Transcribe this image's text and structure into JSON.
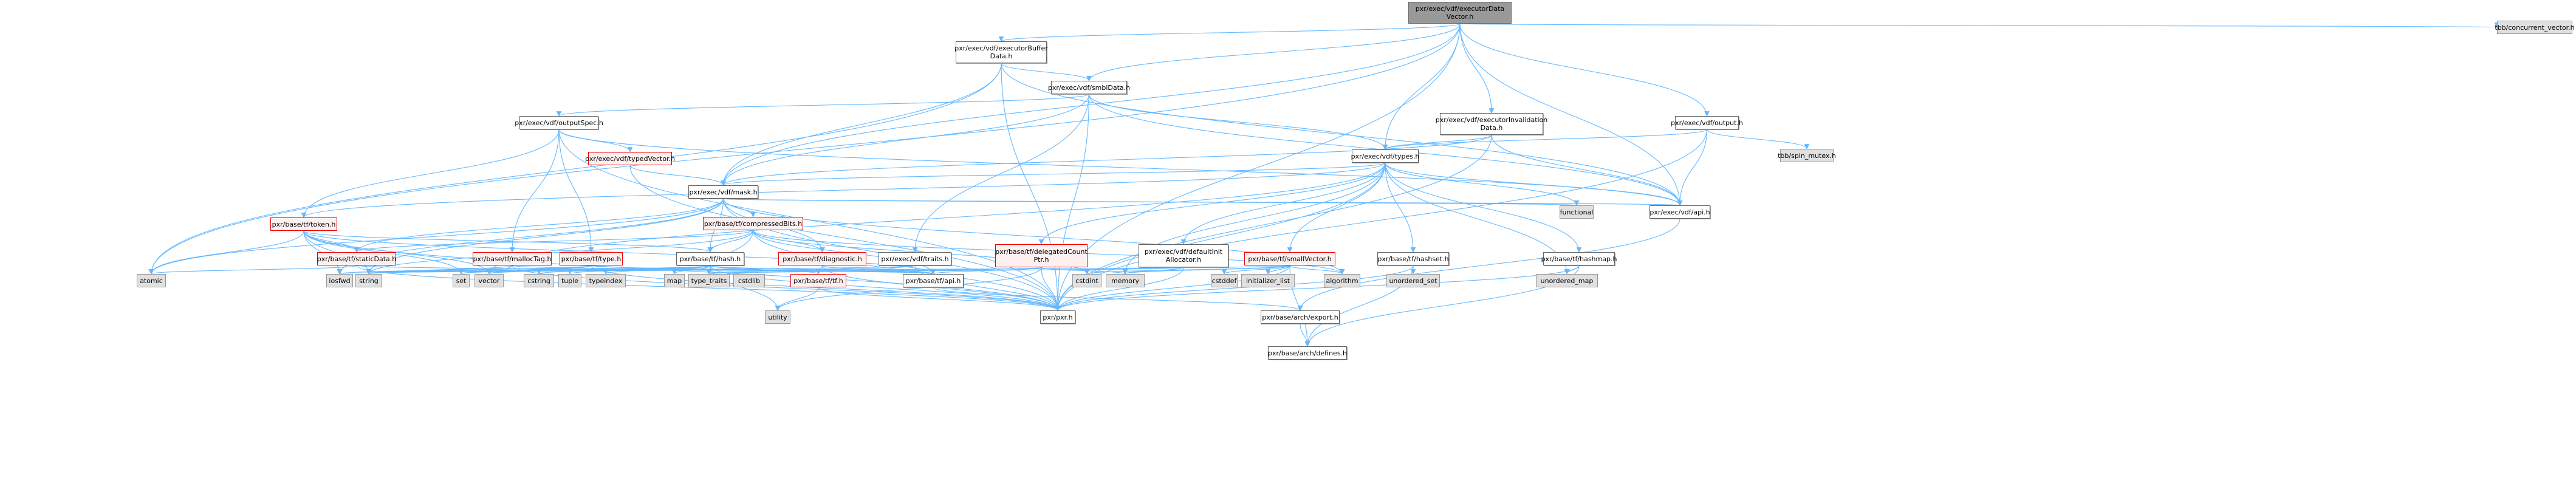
{
  "colors": {
    "edge": "#63b8ff",
    "root_fill": "#999999",
    "sys_fill": "#e0e0e0",
    "red_border": "#ff0000",
    "red_fill": "#fff0f0"
  },
  "nodes": [
    {
      "id": "root",
      "label": "pxr/exec/vdf/executorData\nVector.h",
      "kind": "root"
    },
    {
      "id": "bufdata",
      "label": "pxr/exec/vdf/executorBuffer\nData.h",
      "kind": "plain"
    },
    {
      "id": "smbl",
      "label": "pxr/exec/vdf/smblData.h",
      "kind": "plain"
    },
    {
      "id": "tbbcv",
      "label": "tbb/concurrent_vector.h",
      "kind": "sys"
    },
    {
      "id": "outspec",
      "label": "pxr/exec/vdf/outputSpec.h",
      "kind": "plain"
    },
    {
      "id": "invdata",
      "label": "pxr/exec/vdf/executorInvalidation\nData.h",
      "kind": "plain"
    },
    {
      "id": "output",
      "label": "pxr/exec/vdf/output.h",
      "kind": "plain"
    },
    {
      "id": "typedvec",
      "label": "pxr/exec/vdf/typedVector.h",
      "kind": "red"
    },
    {
      "id": "types",
      "label": "pxr/exec/vdf/types.h",
      "kind": "plain"
    },
    {
      "id": "spinmutex",
      "label": "tbb/spin_mutex.h",
      "kind": "sys"
    },
    {
      "id": "mask",
      "label": "pxr/exec/vdf/mask.h",
      "kind": "plain"
    },
    {
      "id": "token",
      "label": "pxr/base/tf/token.h",
      "kind": "red"
    },
    {
      "id": "cbits",
      "label": "pxr/base/tf/compressedBits.h",
      "kind": "red"
    },
    {
      "id": "functional",
      "label": "functional",
      "kind": "sys"
    },
    {
      "id": "vdfapi",
      "label": "pxr/exec/vdf/api.h",
      "kind": "plain"
    },
    {
      "id": "staticdata",
      "label": "pxr/base/tf/staticData.h",
      "kind": "red"
    },
    {
      "id": "malloctag",
      "label": "pxr/base/tf/mallocTag.h",
      "kind": "red"
    },
    {
      "id": "tftype",
      "label": "pxr/base/tf/type.h",
      "kind": "red"
    },
    {
      "id": "hash",
      "label": "pxr/base/tf/hash.h",
      "kind": "plain"
    },
    {
      "id": "diag",
      "label": "pxr/base/tf/diagnostic.h",
      "kind": "red"
    },
    {
      "id": "traits",
      "label": "pxr/exec/vdf/traits.h",
      "kind": "plain"
    },
    {
      "id": "dcptr",
      "label": "pxr/base/tf/delegatedCount\nPtr.h",
      "kind": "red"
    },
    {
      "id": "definit",
      "label": "pxr/exec/vdf/defaultInit\nAllocator.h",
      "kind": "plain"
    },
    {
      "id": "smallvec",
      "label": "pxr/base/tf/smallVector.h",
      "kind": "red"
    },
    {
      "id": "hashset",
      "label": "pxr/base/tf/hashset.h",
      "kind": "plain"
    },
    {
      "id": "hashmap",
      "label": "pxr/base/tf/hashmap.h",
      "kind": "plain"
    },
    {
      "id": "atomic",
      "label": "atomic",
      "kind": "sys"
    },
    {
      "id": "iosfwd",
      "label": "iosfwd",
      "kind": "sys"
    },
    {
      "id": "string",
      "label": "string",
      "kind": "sys"
    },
    {
      "id": "set",
      "label": "set",
      "kind": "sys"
    },
    {
      "id": "vector",
      "label": "vector",
      "kind": "sys"
    },
    {
      "id": "cstring",
      "label": "cstring",
      "kind": "sys"
    },
    {
      "id": "tuple",
      "label": "tuple",
      "kind": "sys"
    },
    {
      "id": "typeindex",
      "label": "typeindex",
      "kind": "sys"
    },
    {
      "id": "map",
      "label": "map",
      "kind": "sys"
    },
    {
      "id": "typetraits",
      "label": "type_traits",
      "kind": "sys"
    },
    {
      "id": "cstdlib",
      "label": "cstdlib",
      "kind": "sys"
    },
    {
      "id": "tfh",
      "label": "pxr/base/tf/tf.h",
      "kind": "red"
    },
    {
      "id": "tfapi",
      "label": "pxr/base/tf/api.h",
      "kind": "plain"
    },
    {
      "id": "cstdint",
      "label": "cstdint",
      "kind": "sys"
    },
    {
      "id": "memory",
      "label": "memory",
      "kind": "sys"
    },
    {
      "id": "cstddef",
      "label": "cstddef",
      "kind": "sys"
    },
    {
      "id": "initlist",
      "label": "initializer_list",
      "kind": "sys"
    },
    {
      "id": "algorithm",
      "label": "algorithm",
      "kind": "sys"
    },
    {
      "id": "uset",
      "label": "unordered_set",
      "kind": "sys"
    },
    {
      "id": "umap",
      "label": "unordered_map",
      "kind": "sys"
    },
    {
      "id": "utility",
      "label": "utility",
      "kind": "sys"
    },
    {
      "id": "pxrh",
      "label": "pxr/pxr.h",
      "kind": "plain"
    },
    {
      "id": "archexport",
      "label": "pxr/base/arch/export.h",
      "kind": "plain"
    },
    {
      "id": "archdefines",
      "label": "pxr/base/arch/defines.h",
      "kind": "plain"
    }
  ],
  "edges": [
    [
      "root",
      "bufdata"
    ],
    [
      "root",
      "smbl"
    ],
    [
      "root",
      "tbbcv"
    ],
    [
      "root",
      "invdata"
    ],
    [
      "root",
      "output"
    ],
    [
      "root",
      "types"
    ],
    [
      "root",
      "mask"
    ],
    [
      "root",
      "vdfapi"
    ],
    [
      "root",
      "pxrh"
    ],
    [
      "root",
      "atomic"
    ],
    [
      "bufdata",
      "smbl"
    ],
    [
      "bufdata",
      "mask"
    ],
    [
      "bufdata",
      "vdfapi"
    ],
    [
      "bufdata",
      "pxrh"
    ],
    [
      "bufdata",
      "atomic"
    ],
    [
      "smbl",
      "outspec"
    ],
    [
      "smbl",
      "types"
    ],
    [
      "smbl",
      "mask"
    ],
    [
      "smbl",
      "vdfapi"
    ],
    [
      "smbl",
      "traits"
    ],
    [
      "smbl",
      "pxrh"
    ],
    [
      "outspec",
      "typedvec"
    ],
    [
      "outspec",
      "token"
    ],
    [
      "outspec",
      "malloctag"
    ],
    [
      "outspec",
      "tftype"
    ],
    [
      "outspec",
      "vdfapi"
    ],
    [
      "outspec",
      "pxrh"
    ],
    [
      "invdata",
      "types"
    ],
    [
      "invdata",
      "mask"
    ],
    [
      "invdata",
      "vdfapi"
    ],
    [
      "invdata",
      "pxrh"
    ],
    [
      "output",
      "types"
    ],
    [
      "output",
      "vdfapi"
    ],
    [
      "output",
      "spinmutex"
    ],
    [
      "output",
      "pxrh"
    ],
    [
      "typedvec",
      "mask"
    ],
    [
      "typedvec",
      "pxrh"
    ],
    [
      "types",
      "mask"
    ],
    [
      "types",
      "vdfapi"
    ],
    [
      "types",
      "functional"
    ],
    [
      "types",
      "hashset"
    ],
    [
      "types",
      "hashmap"
    ],
    [
      "types",
      "smallvec"
    ],
    [
      "types",
      "definit"
    ],
    [
      "types",
      "dcptr"
    ],
    [
      "types",
      "umap"
    ],
    [
      "types",
      "pxrh"
    ],
    [
      "types",
      "memory"
    ],
    [
      "types",
      "vector"
    ],
    [
      "types",
      "token"
    ],
    [
      "mask",
      "cbits"
    ],
    [
      "mask",
      "diag"
    ],
    [
      "mask",
      "hash"
    ],
    [
      "mask",
      "vdfapi"
    ],
    [
      "mask",
      "functional"
    ],
    [
      "mask",
      "staticdata"
    ],
    [
      "mask",
      "atomic"
    ],
    [
      "mask",
      "iosfwd"
    ],
    [
      "mask",
      "string"
    ],
    [
      "mask",
      "pxrh"
    ],
    [
      "mask",
      "algorithm"
    ],
    [
      "token",
      "hash"
    ],
    [
      "token",
      "staticdata"
    ],
    [
      "token",
      "atomic"
    ],
    [
      "token",
      "iosfwd"
    ],
    [
      "token",
      "string"
    ],
    [
      "token",
      "set"
    ],
    [
      "token",
      "vector"
    ],
    [
      "token",
      "tfapi"
    ],
    [
      "token",
      "pxrh"
    ],
    [
      "cbits",
      "hash"
    ],
    [
      "cbits",
      "diag"
    ],
    [
      "cbits",
      "staticdata"
    ],
    [
      "cbits",
      "tfapi"
    ],
    [
      "cbits",
      "pxrh"
    ],
    [
      "cbits",
      "string"
    ],
    [
      "cbits",
      "cstdint"
    ],
    [
      "cbits",
      "typetraits"
    ],
    [
      "cbits",
      "algorithm"
    ],
    [
      "staticdata",
      "atomic"
    ],
    [
      "staticdata",
      "tfapi"
    ],
    [
      "staticdata",
      "pxrh"
    ],
    [
      "malloctag",
      "tfapi"
    ],
    [
      "malloctag",
      "vector"
    ],
    [
      "malloctag",
      "string"
    ],
    [
      "malloctag",
      "pxrh"
    ],
    [
      "tftype",
      "tfapi"
    ],
    [
      "tftype",
      "vector"
    ],
    [
      "tftype",
      "set"
    ],
    [
      "tftype",
      "string"
    ],
    [
      "tftype",
      "iosfwd"
    ],
    [
      "tftype",
      "pxrh"
    ],
    [
      "hash",
      "map"
    ],
    [
      "hash",
      "typetraits"
    ],
    [
      "hash",
      "cstring"
    ],
    [
      "hash",
      "tuple"
    ],
    [
      "hash",
      "typeindex"
    ],
    [
      "hash",
      "string"
    ],
    [
      "hash",
      "vector"
    ],
    [
      "hash",
      "set"
    ],
    [
      "hash",
      "utility"
    ],
    [
      "hash",
      "tfapi"
    ],
    [
      "hash",
      "tfh"
    ],
    [
      "hash",
      "pxrh"
    ],
    [
      "diag",
      "tfapi"
    ],
    [
      "diag",
      "tfh"
    ],
    [
      "diag",
      "pxrh"
    ],
    [
      "traits",
      "typetraits"
    ],
    [
      "traits",
      "string"
    ],
    [
      "traits",
      "pxrh"
    ],
    [
      "dcptr",
      "tfapi"
    ],
    [
      "dcptr",
      "memory"
    ],
    [
      "dcptr",
      "utility"
    ],
    [
      "dcptr",
      "pxrh"
    ],
    [
      "dcptr",
      "typetraits"
    ],
    [
      "definit",
      "memory"
    ],
    [
      "definit",
      "pxrh"
    ],
    [
      "definit",
      "typetraits"
    ],
    [
      "smallvec",
      "cstddef"
    ],
    [
      "smallvec",
      "initlist"
    ],
    [
      "smallvec",
      "algorithm"
    ],
    [
      "smallvec",
      "memory"
    ],
    [
      "smallvec",
      "cstdint"
    ],
    [
      "smallvec",
      "archdefines"
    ],
    [
      "smallvec",
      "pxrh"
    ],
    [
      "smallvec",
      "iosfwd"
    ],
    [
      "hashset",
      "uset"
    ],
    [
      "hashset",
      "archdefines"
    ],
    [
      "hashset",
      "pxrh"
    ],
    [
      "hashmap",
      "umap"
    ],
    [
      "hashmap",
      "archdefines"
    ],
    [
      "hashmap",
      "pxrh"
    ],
    [
      "tfh",
      "utility"
    ],
    [
      "tfh",
      "pxrh"
    ],
    [
      "tfapi",
      "archexport"
    ],
    [
      "archexport",
      "archdefines"
    ],
    [
      "vdfapi",
      "archexport"
    ]
  ]
}
